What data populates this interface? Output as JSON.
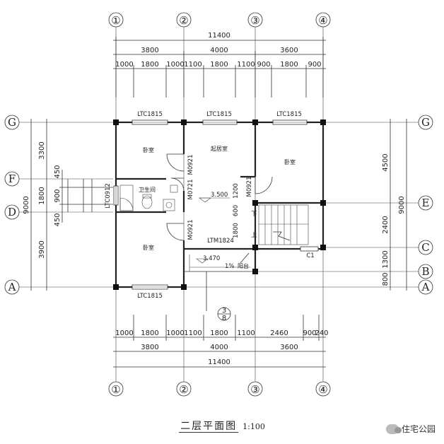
{
  "axes_top": [
    "①",
    "②",
    "③",
    "④"
  ],
  "axes_bottom": [
    "①",
    "②",
    "③",
    "④"
  ],
  "axes_left": [
    "G",
    "F",
    "D",
    "A"
  ],
  "axes_right": [
    "G",
    "E",
    "C",
    "B",
    "A"
  ],
  "dims_top": {
    "total": "11400",
    "bays": [
      "3800",
      "4000",
      "3600"
    ],
    "detail": [
      "1000",
      "1800",
      "1000",
      "1100",
      "1800",
      "1100",
      "900",
      "1800",
      "900"
    ]
  },
  "dims_bottom": {
    "detail": [
      "1000",
      "1800",
      "1000",
      "1100",
      "1800",
      "1100",
      "2460",
      "900",
      "240"
    ],
    "bays": [
      "3800",
      "4000",
      "3600"
    ],
    "total": "11400"
  },
  "dims_left": {
    "total": "9000",
    "bays": [
      "3300",
      "1800",
      "3900"
    ],
    "detail": [
      "450",
      "900",
      "450"
    ]
  },
  "dims_right": {
    "total": "9000",
    "bays": [
      "4500",
      "2400",
      "1300",
      "800"
    ]
  },
  "rooms": {
    "bedroom_nw": "卧室",
    "living": "起居室",
    "bedroom_ne": "卧室",
    "bathroom": "卫生间",
    "bedroom_sw": "卧室",
    "balcony": "阳台"
  },
  "labels": {
    "ltc_top_1": "LTC1815",
    "ltc_top_2": "LTC1815",
    "ltc_top_3": "LTC1815",
    "ltc_bottom": "LTC1815",
    "ltc_side": "LTC0912",
    "door_m0921_a": "M0921",
    "door_m0721": "M0721",
    "door_m0921_b": "M0921",
    "door_m0921_c": "M0921",
    "ltm": "LTM1824",
    "c1": "C1",
    "elev_1": "3.500",
    "elev_2": "3.470",
    "slope": "1%",
    "dim_1200": "1200",
    "dim_600": "600",
    "dim_1800": "1800",
    "stair_up": "上",
    "stair_down": "下",
    "section_top": "3",
    "section_bottom": "8"
  },
  "title": "二层平面图",
  "scale": "1:100",
  "watermark": "住宅公园"
}
